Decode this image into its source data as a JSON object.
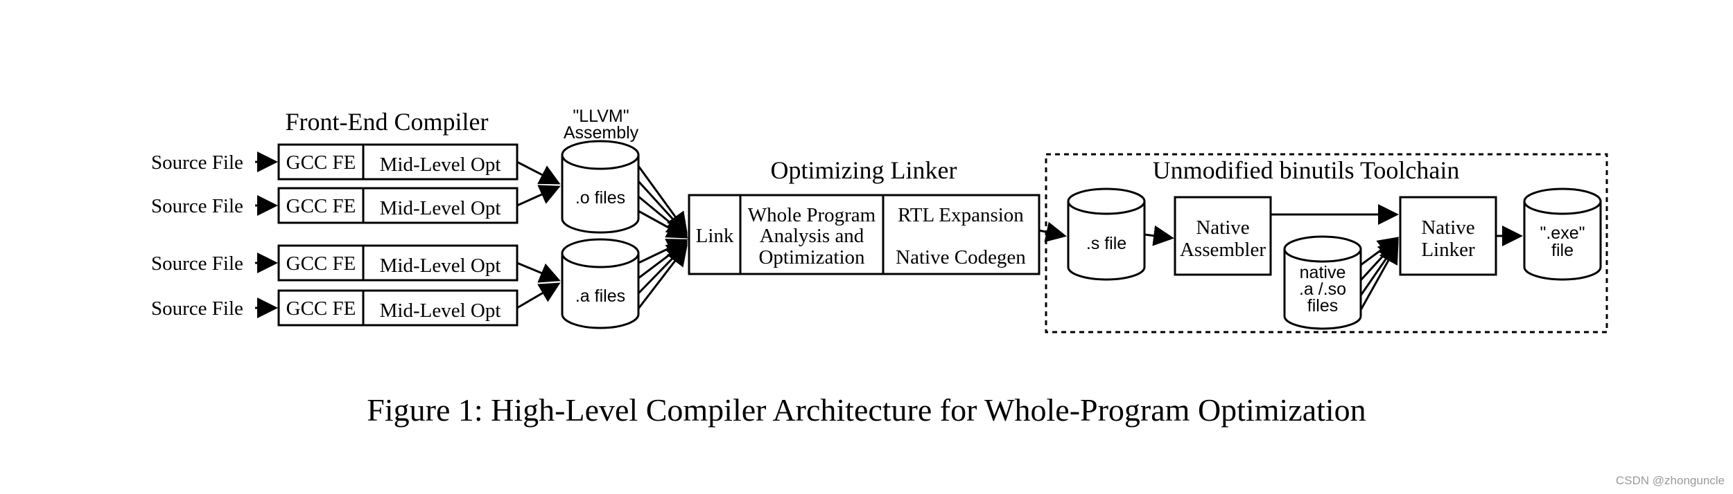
{
  "front_end": {
    "title": "Front-End Compiler",
    "source_label": "Source File",
    "gcc_label": "GCC FE",
    "midopt_label": "Mid-Level Opt"
  },
  "llvm_assembly": {
    "line1": "\"LLVM\"",
    "line2": "Assembly"
  },
  "o_files": ".o files",
  "a_files": ".a files",
  "linker": {
    "title": "Optimizing Linker",
    "link": "Link",
    "wpa_line1": "Whole Program",
    "wpa_line2": "Analysis and",
    "wpa_line3": "Optimization",
    "rtl": "RTL Expansion",
    "codegen": "Native Codegen"
  },
  "toolchain": {
    "title": "Unmodified binutils Toolchain",
    "s_file": ".s file",
    "assembler_line1": "Native",
    "assembler_line2": "Assembler",
    "native_libs_line1": "native",
    "native_libs_line2": ".a /.so",
    "native_libs_line3": "files",
    "linker_line1": "Native",
    "linker_line2": "Linker",
    "exe_line1": "\".exe\"",
    "exe_line2": "file"
  },
  "caption": "Figure 1: High-Level Compiler Architecture for Whole-Program Optimization",
  "watermark": "CSDN @zhonguncle"
}
